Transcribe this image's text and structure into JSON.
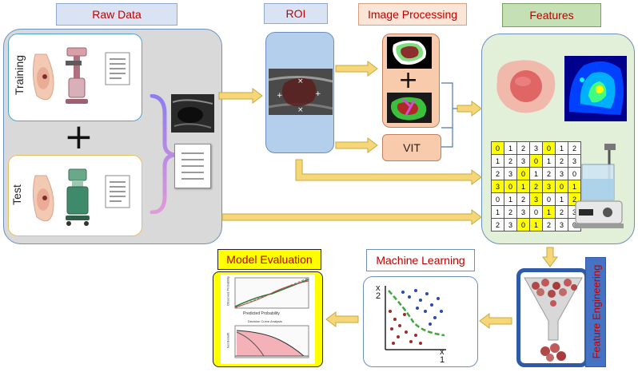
{
  "headers": {
    "raw_data": "Raw Data",
    "roi": "ROI",
    "image_processing": "Image Processing",
    "features": "Features",
    "model_evaluation": "Model Evaluation",
    "machine_learning": "Machine Learning",
    "feature_engineering": "Feature Engineering"
  },
  "raw_data": {
    "training_label": "Training",
    "test_label": "Test",
    "plus_symbol": "+"
  },
  "image_processing": {
    "plus_symbol": "+",
    "vit_label": "VIT"
  },
  "feature_table": {
    "rows": [
      [
        "0",
        "1",
        "2",
        "3",
        "0",
        "1",
        "2"
      ],
      [
        "1",
        "2",
        "3",
        "0",
        "1",
        "2",
        "3"
      ],
      [
        "2",
        "3",
        "0",
        "1",
        "2",
        "3",
        "0"
      ],
      [
        "3",
        "0",
        "1",
        "2",
        "3",
        "0",
        "1"
      ],
      [
        "0",
        "1",
        "2",
        "3",
        "0",
        "1",
        "2"
      ],
      [
        "1",
        "2",
        "3",
        "0",
        "1",
        "2",
        "3"
      ],
      [
        "2",
        "3",
        "0",
        "1",
        "2",
        "3",
        "0"
      ]
    ],
    "highlight": [
      [
        1,
        0,
        0,
        0,
        1,
        0,
        0
      ],
      [
        0,
        0,
        0,
        1,
        0,
        0,
        0
      ],
      [
        0,
        0,
        1,
        0,
        0,
        0,
        0
      ],
      [
        1,
        1,
        1,
        1,
        1,
        1,
        1
      ],
      [
        0,
        0,
        0,
        1,
        0,
        0,
        1
      ],
      [
        0,
        0,
        0,
        0,
        1,
        0,
        0
      ],
      [
        0,
        0,
        1,
        1,
        0,
        0,
        0
      ]
    ]
  },
  "ml_plot": {
    "y_label": "x\n2",
    "x_label": "x\n1"
  },
  "model_evaluation": {
    "calibration_ylabel": "Observed Probability",
    "calibration_xlabel": "Predicted Probability",
    "dca_title": "Decision Curve Analysis",
    "dca_ylabel": "Net Benefit"
  },
  "colors": {
    "label_text": "#c00000",
    "arrow": "#f5d77a",
    "arrow_stroke": "#c9a83a",
    "raw_panel": "#d9d9d9",
    "roi_panel": "#b4cfec",
    "proc_panel": "#f8cbad",
    "features_panel": "#e2efd9",
    "eval_panel": "#ffff00",
    "fe_border": "#2e5aa8"
  }
}
